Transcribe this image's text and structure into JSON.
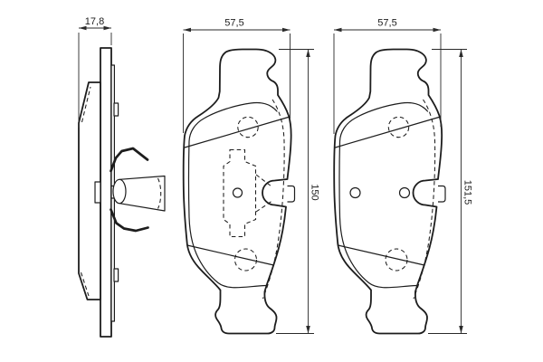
{
  "drawing": {
    "type_note": "brake-pad dimensional drawing",
    "background_color": "#ffffff",
    "line_color": "#1d1d1d",
    "side_view": {
      "thickness_label": "17,8"
    },
    "left_pad": {
      "width_label": "57,5",
      "height_label": "150"
    },
    "right_pad": {
      "width_label": "57,5",
      "height_label": "151,5"
    }
  }
}
